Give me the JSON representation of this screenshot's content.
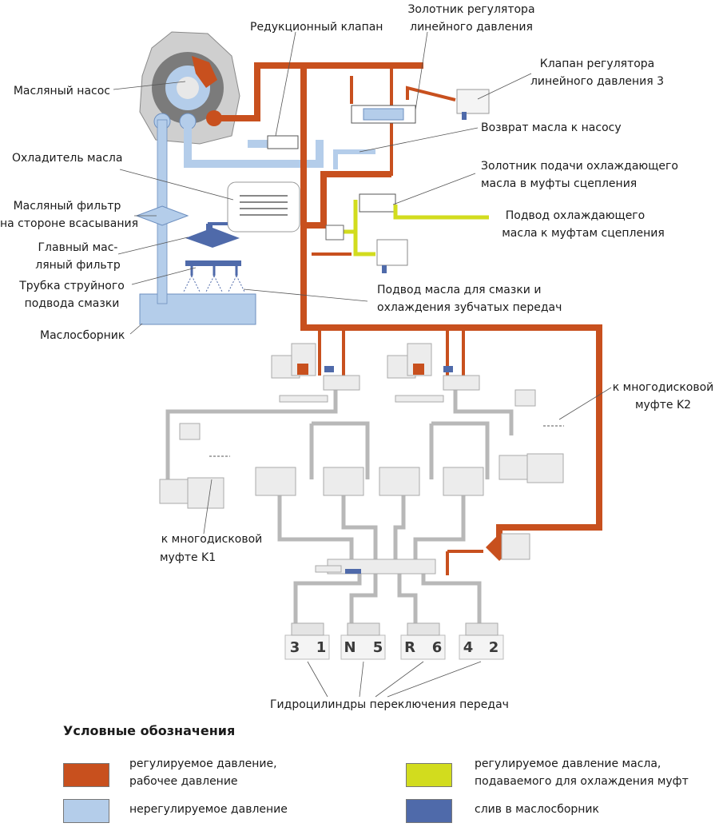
{
  "labels": {
    "pump": "Масляный насос",
    "reduction_valve": "Редукционный клапан",
    "line_spool_l1": "Золотник регулятора",
    "line_spool_l2": "линейного давления",
    "line_valve_l1": "Клапан регулятора",
    "line_valve_l2": "линейного давления 3",
    "return_pump": "Возврат масла к насосу",
    "cooler": "Охладитель масла",
    "cool_spool_l1": "Золотник подачи охлаждающего",
    "cool_spool_l2": "масла в муфты сцепления",
    "suction_filter_l1": "Масляный фильтр",
    "suction_filter_l2": "на стороне всасывания",
    "cool_supply_l1": "Подвод охлаждающего",
    "cool_supply_l2": "масла к муфтам сцепления",
    "main_filter_l1": "Главный мас-",
    "main_filter_l2": "ляный фильтр",
    "jet_tube_l1": "Трубка струйного",
    "jet_tube_l2": "подвода смазки",
    "gear_lube_l1": "Подвод масла для смазки и",
    "gear_lube_l2": "охлаждения зубчатых передач",
    "sump": "Маслосборник",
    "k2_l1": "к многодисковой",
    "k2_l2": "муфте K2",
    "k1_l1": "к многодисковой",
    "k1_l2": "муфте K1",
    "cylinders": "Гидроцилиндры переключения передач"
  },
  "gears": [
    "3",
    "1",
    "N",
    "5",
    "R",
    "6",
    "4",
    "2"
  ],
  "legend": {
    "title": "Условные обозначения",
    "items": [
      {
        "l1": "регулируемое давление,",
        "l2": "рабочее давление",
        "color": "#c8501e"
      },
      {
        "l1": "регулируемое давление масла,",
        "l2": "подаваемого для охлаждения муфт",
        "color": "#d2dc1e"
      },
      {
        "l1": "нерегулируемое давление",
        "l2": "",
        "color": "#b4cdea"
      },
      {
        "l1": "слив в маслосборник",
        "l2": "",
        "color": "#4f6aaa"
      }
    ]
  },
  "colors": {
    "regulated": "#c8501e",
    "cooling": "#d2dc1e",
    "unregulated": "#b4cdea",
    "drain": "#4f6aaa",
    "inactive": "#b8b8b8"
  }
}
